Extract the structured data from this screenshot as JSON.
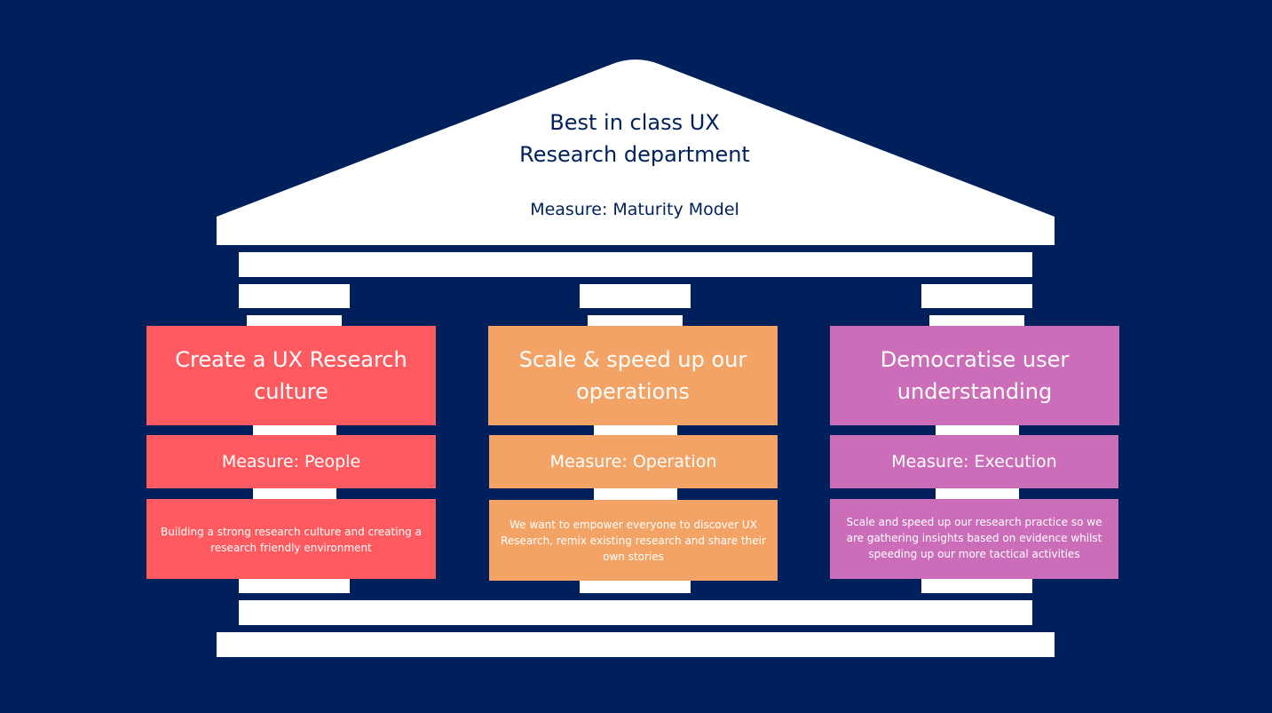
{
  "roof": {
    "title_line1": "Best in class UX",
    "title_line2": "Research department",
    "measure": "Measure: Maturity Model"
  },
  "pillars": [
    {
      "title_line1": "Create a UX Research",
      "title_line2": "culture",
      "measure": "Measure: People",
      "desc_line1": "Building a strong research culture and creating a",
      "desc_line2": "research friendly environment",
      "desc_line3": "",
      "color": "#ff5a5f"
    },
    {
      "title_line1": "Scale & speed up our",
      "title_line2": "operations",
      "measure": "Measure: Operation",
      "desc_line1": "We want to empower everyone to discover UX",
      "desc_line2": "Research, remix existing research and share their",
      "desc_line3": "own stories",
      "color": "#f2a365"
    },
    {
      "title_line1": "Democratise user",
      "title_line2": "understanding",
      "measure": "Measure: Execution",
      "desc_line1": "Scale and speed up our research practice so we",
      "desc_line2": "are gathering insights based on evidence whilst",
      "desc_line3": "speeding up our more tactical activities",
      "color": "#cc6db9"
    }
  ],
  "colors": {
    "background": "#00205b",
    "structure": "#ffffff",
    "roof_text": "#00205b"
  }
}
